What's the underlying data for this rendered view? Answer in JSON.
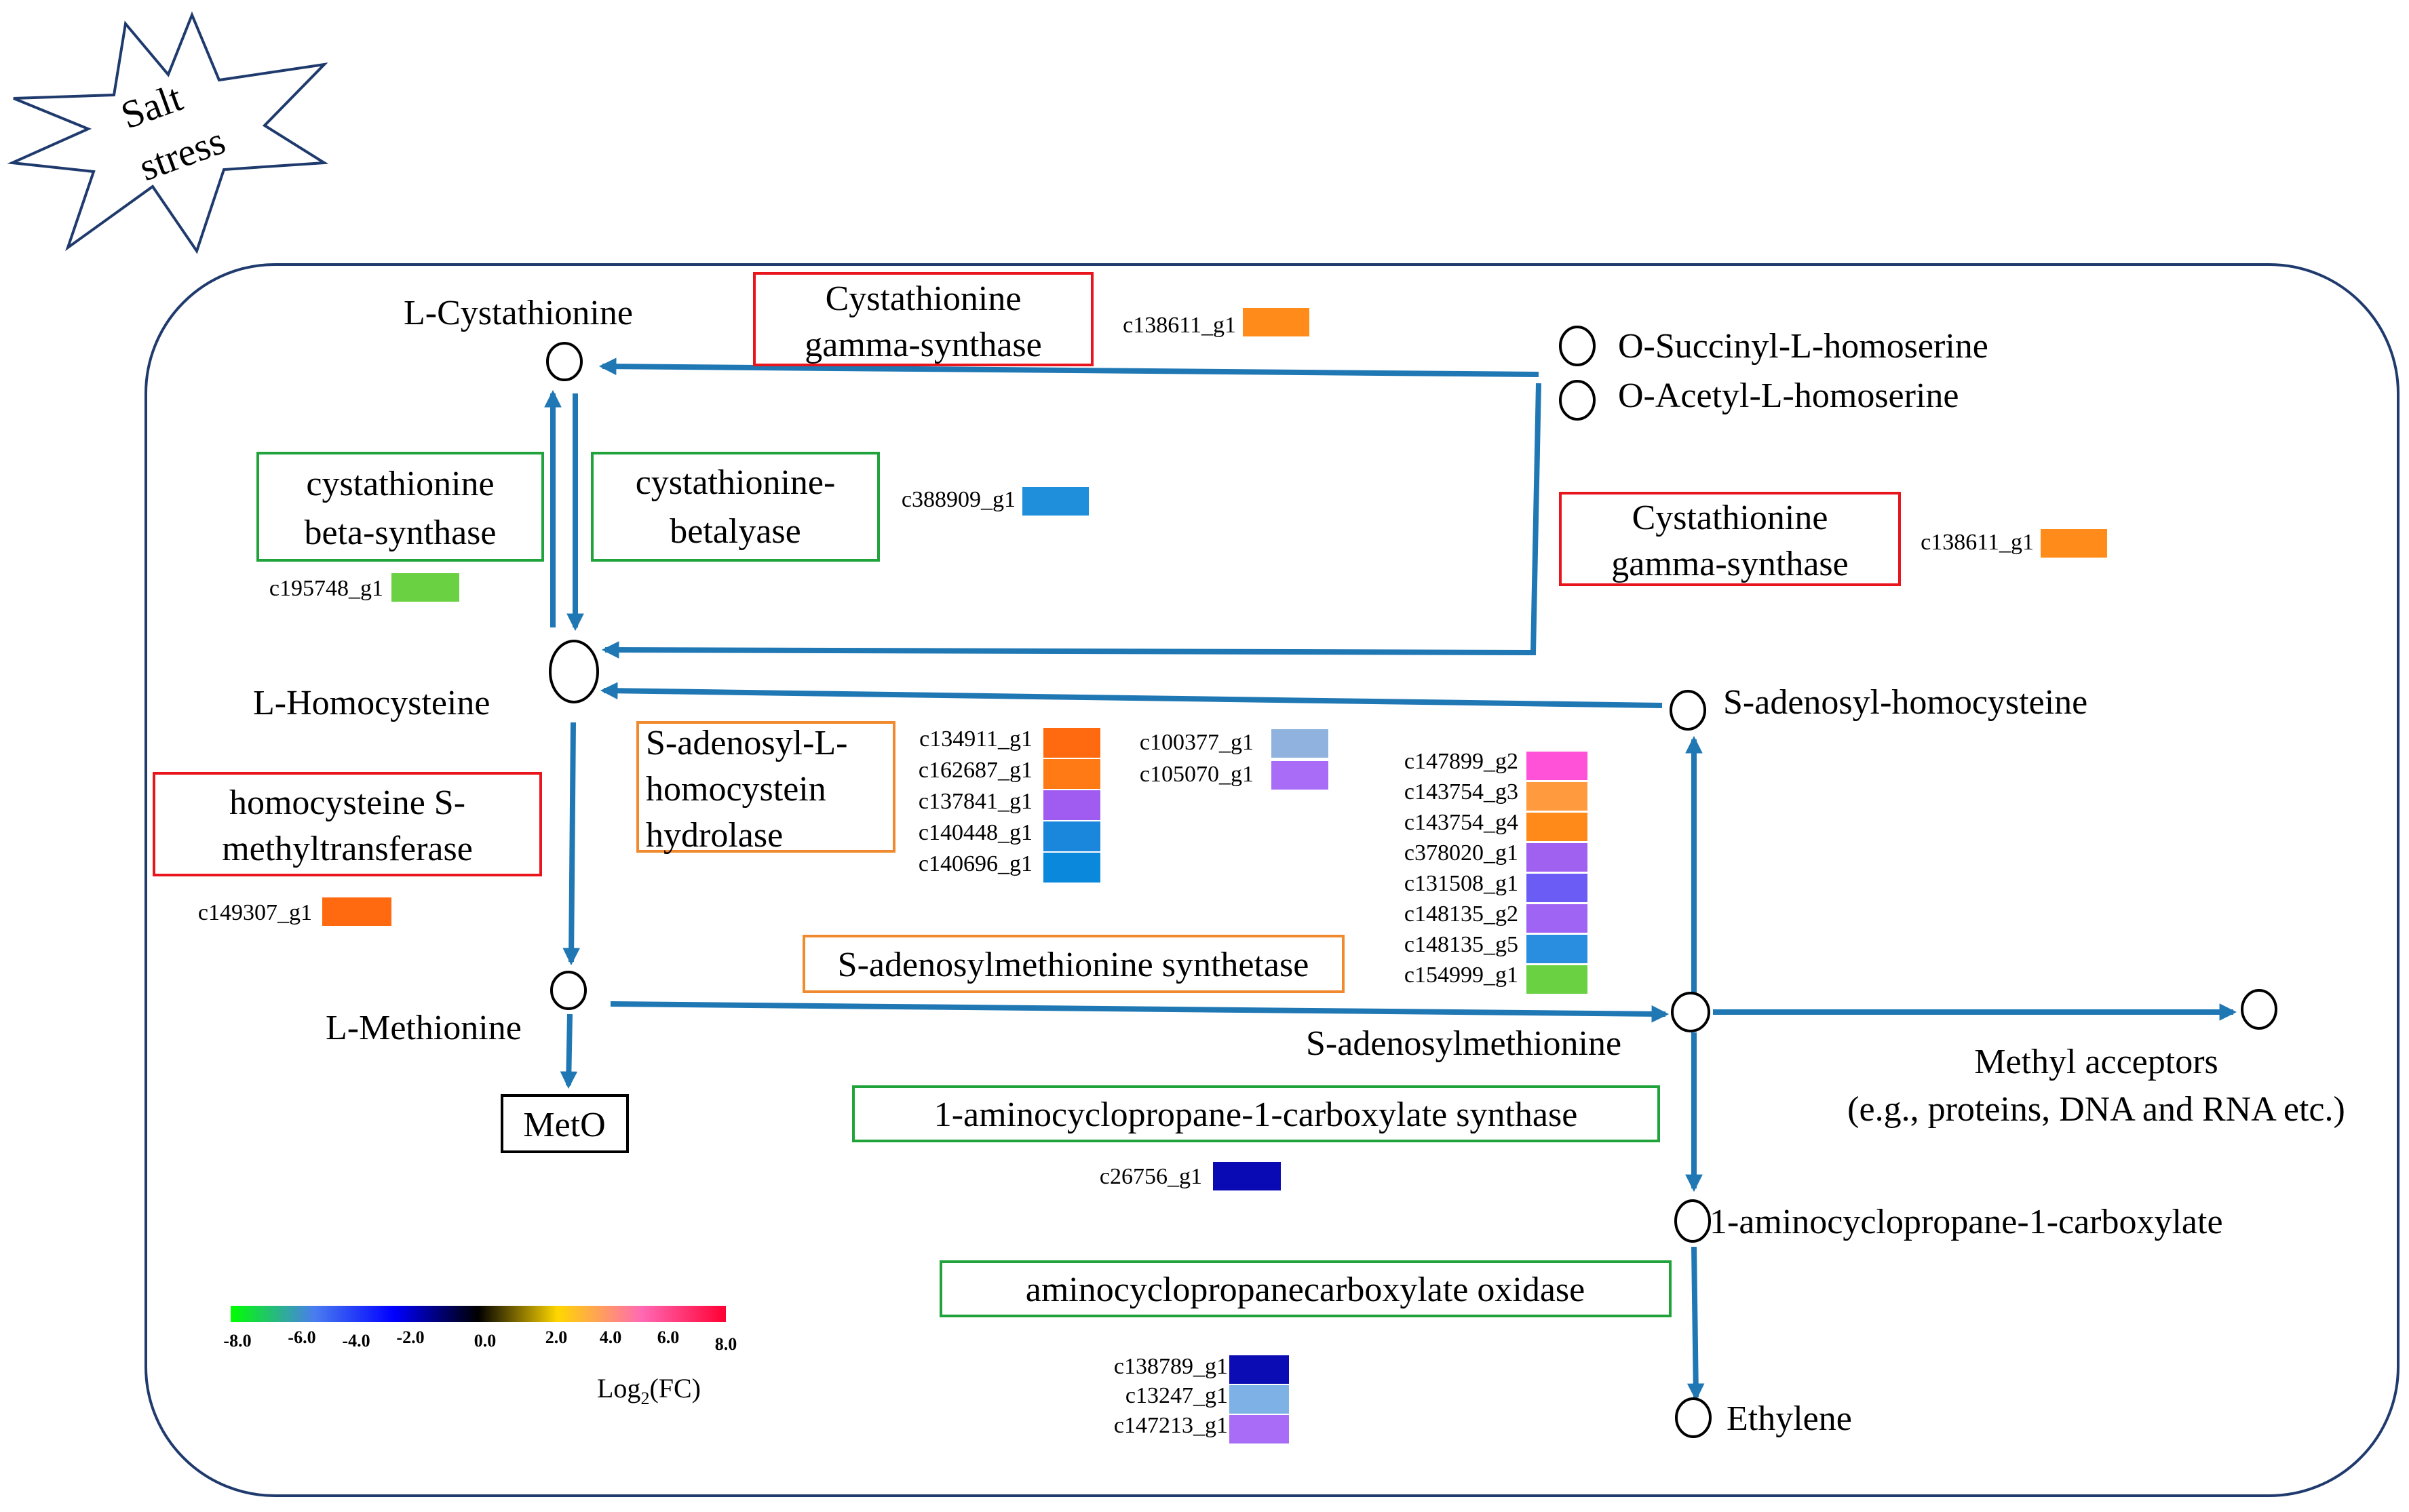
{
  "stress_label": [
    "Salt",
    "stress"
  ],
  "metabolites": {
    "l_cystathionine": "L-Cystathionine",
    "l_homocysteine": "L-Homocysteine",
    "l_methionine": "L-Methionine",
    "meto": "MetO",
    "o_succinyl": "O-Succinyl-L-homoserine",
    "o_acetyl": "O-Acetyl-L-homoserine",
    "s_adenosyl_homocysteine": "S-adenosyl-homocysteine",
    "s_adenosylmethionine": "S-adenosylmethionine",
    "methyl_acceptors": [
      "Methyl acceptors",
      "(e.g., proteins, DNA and RNA etc.)"
    ],
    "acc": "1-aminocyclopropane-1-carboxylate",
    "ethylene": "Ethylene"
  },
  "enzymes": {
    "cgs_top": {
      "lines": [
        "Cystathionine",
        "gamma-synthase"
      ],
      "regulation": "up"
    },
    "cgs_right": {
      "lines": [
        "Cystathionine",
        "gamma-synthase"
      ],
      "regulation": "up"
    },
    "cbs": {
      "lines": [
        "cystathionine",
        "beta-synthase"
      ],
      "regulation": "down"
    },
    "cbl": {
      "lines": [
        "cystathionine-",
        "betalyase"
      ],
      "regulation": "down"
    },
    "hmt": {
      "lines": [
        "homocysteine S-",
        "methyltransferase"
      ],
      "regulation": "up"
    },
    "sahh": {
      "lines": [
        "S-adenosyl-L-",
        "homocystein",
        "hydrolase"
      ],
      "regulation": "mixed"
    },
    "sams": {
      "lines": [
        "S-adenosylmethionine synthetase"
      ],
      "regulation": "mixed"
    },
    "acs": {
      "lines": [
        "1-aminocyclopropane-1-carboxylate synthase"
      ],
      "regulation": "down"
    },
    "aco": {
      "lines": [
        "aminocyclopropanecarboxylate oxidase"
      ],
      "regulation": "down"
    }
  },
  "box_colors": {
    "up": "#e8161c",
    "down": "#1fa33a",
    "mixed": "#f08a2e",
    "meto": "#000000"
  },
  "genes": {
    "cgs_top": [
      {
        "id": "c138611_g1",
        "color": "#ff8c1a"
      }
    ],
    "cgs_right": [
      {
        "id": "c138611_g1",
        "color": "#ff8c1a"
      }
    ],
    "cbl": [
      {
        "id": "c388909_g1",
        "color": "#1f8fdc"
      }
    ],
    "cbs": [
      {
        "id": "c195748_g1",
        "color": "#6ad142"
      }
    ],
    "hmt": [
      {
        "id": "c149307_g1",
        "color": "#ff6a10"
      }
    ],
    "sahh_a": [
      {
        "id": "c134911_g1",
        "color": "#ff6a10"
      },
      {
        "id": "c162687_g1",
        "color": "#ff7a14"
      },
      {
        "id": "c137841_g1",
        "color": "#a05cf0"
      },
      {
        "id": "c140448_g1",
        "color": "#1a86dc"
      },
      {
        "id": "c140696_g1",
        "color": "#0a88dc"
      }
    ],
    "sahh_b": [
      {
        "id": "c100377_g1",
        "color": "#8fb3de"
      },
      {
        "id": "c105070_g1",
        "color": "#a86cf6"
      }
    ],
    "sams": [
      {
        "id": "c147899_g2",
        "color": "#ff52d9"
      },
      {
        "id": "c143754_g3",
        "color": "#ff9a3e"
      },
      {
        "id": "c143754_g4",
        "color": "#ff8a1a"
      },
      {
        "id": "c378020_g1",
        "color": "#a060f0"
      },
      {
        "id": "c131508_g1",
        "color": "#6a5cf4"
      },
      {
        "id": "c148135_g2",
        "color": "#a064f4"
      },
      {
        "id": "c148135_g5",
        "color": "#2a8ee0"
      },
      {
        "id": "c154999_g1",
        "color": "#6ad142"
      }
    ],
    "acs": [
      {
        "id": "c26756_g1",
        "color": "#0a0ab4"
      }
    ],
    "aco": [
      {
        "id": "c138789_g1",
        "color": "#0c0cb4"
      },
      {
        "id": "c13247_g1",
        "color": "#7eb2e6"
      },
      {
        "id": "c147213_g1",
        "color": "#a86cf6"
      }
    ]
  },
  "colorbar": {
    "stops": [
      "#00ff00",
      "#4a7cf0",
      "#0000ff",
      "#000000",
      "#ffd700",
      "#ff69b4",
      "#ff0033"
    ],
    "ticks": [
      "-8.0",
      "-6.0",
      "-4.0",
      "-2.0",
      "0.0",
      "2.0",
      "4.0",
      "6.0",
      "8.0"
    ],
    "label_main": "Log",
    "label_sub": "2",
    "label_end": "(FC)"
  },
  "arrow_color": "#1f77b4"
}
